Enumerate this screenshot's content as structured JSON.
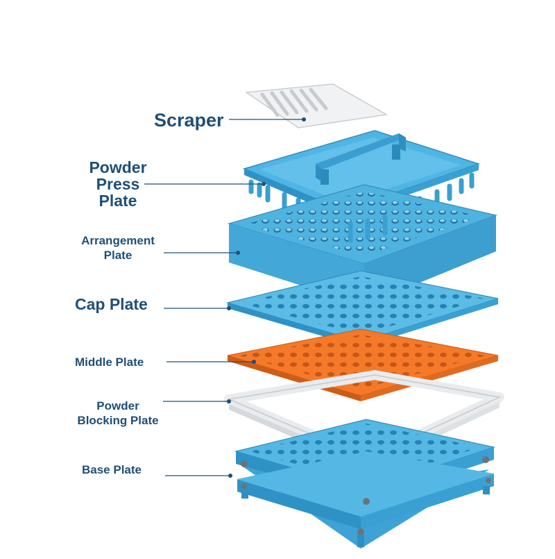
{
  "labels": {
    "scraper": "Scraper",
    "powder_press_plate": [
      "Powder",
      "Press",
      "Plate"
    ],
    "arrangement_plate": [
      "Arrangement",
      "Plate"
    ],
    "cap_plate": "Cap Plate",
    "middle_plate": "Middle Plate",
    "powder_blocking_plate": [
      "Powder",
      "Blocking Plate"
    ],
    "base_plate": "Base Plate"
  },
  "colors": {
    "label_text": "#1f4f77",
    "leader_line": "#1f4f77",
    "blue_plastic": "#4fb3e0",
    "blue_dark": "#2f8fc0",
    "orange_plastic": "#f47a2a",
    "white_plastic": "#f4f5f6"
  }
}
